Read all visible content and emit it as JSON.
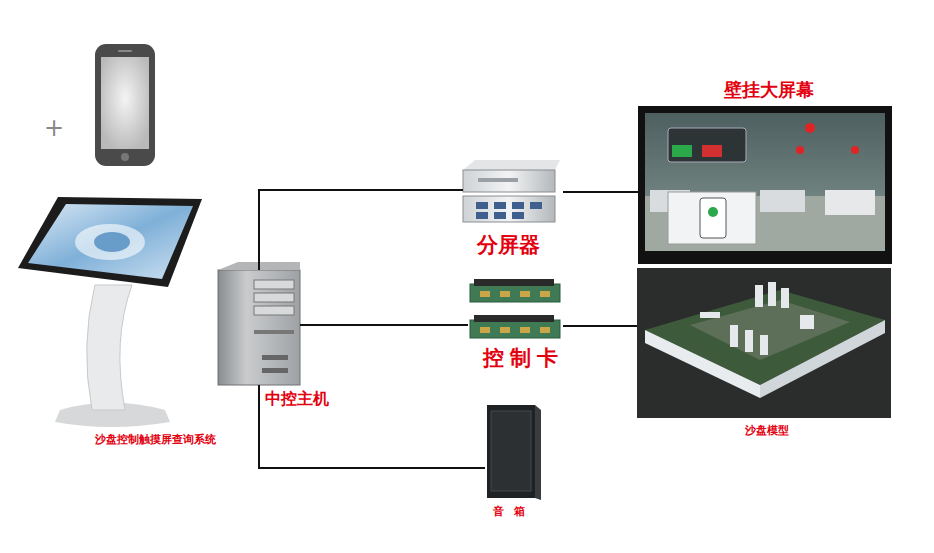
{
  "diagram": {
    "nodes": [
      {
        "text": [
          "沙盘控制触摸屏查询系统"
        ]
      },
      {
        "text": [
          "中控主机"
        ]
      },
      {
        "text": [
          "分屏器"
        ]
      },
      {
        "text": [
          "控制卡"
        ]
      },
      {
        "text": [
          "音 箱"
        ]
      },
      {
        "text": [
          "壁挂大屏幕"
        ]
      },
      {
        "text": [
          "沙盘模型"
        ]
      }
    ],
    "edges": [
      {
        "from": 1,
        "to": 2,
        "arrow": "none"
      },
      {
        "from": 1,
        "to": 3,
        "arrow": "none"
      },
      {
        "from": 1,
        "to": 4,
        "arrow": "none"
      },
      {
        "from": 2,
        "to": 5,
        "arrow": "none"
      },
      {
        "from": 3,
        "to": 6,
        "arrow": "none"
      }
    ],
    "labels": [
      "+"
    ]
  }
}
